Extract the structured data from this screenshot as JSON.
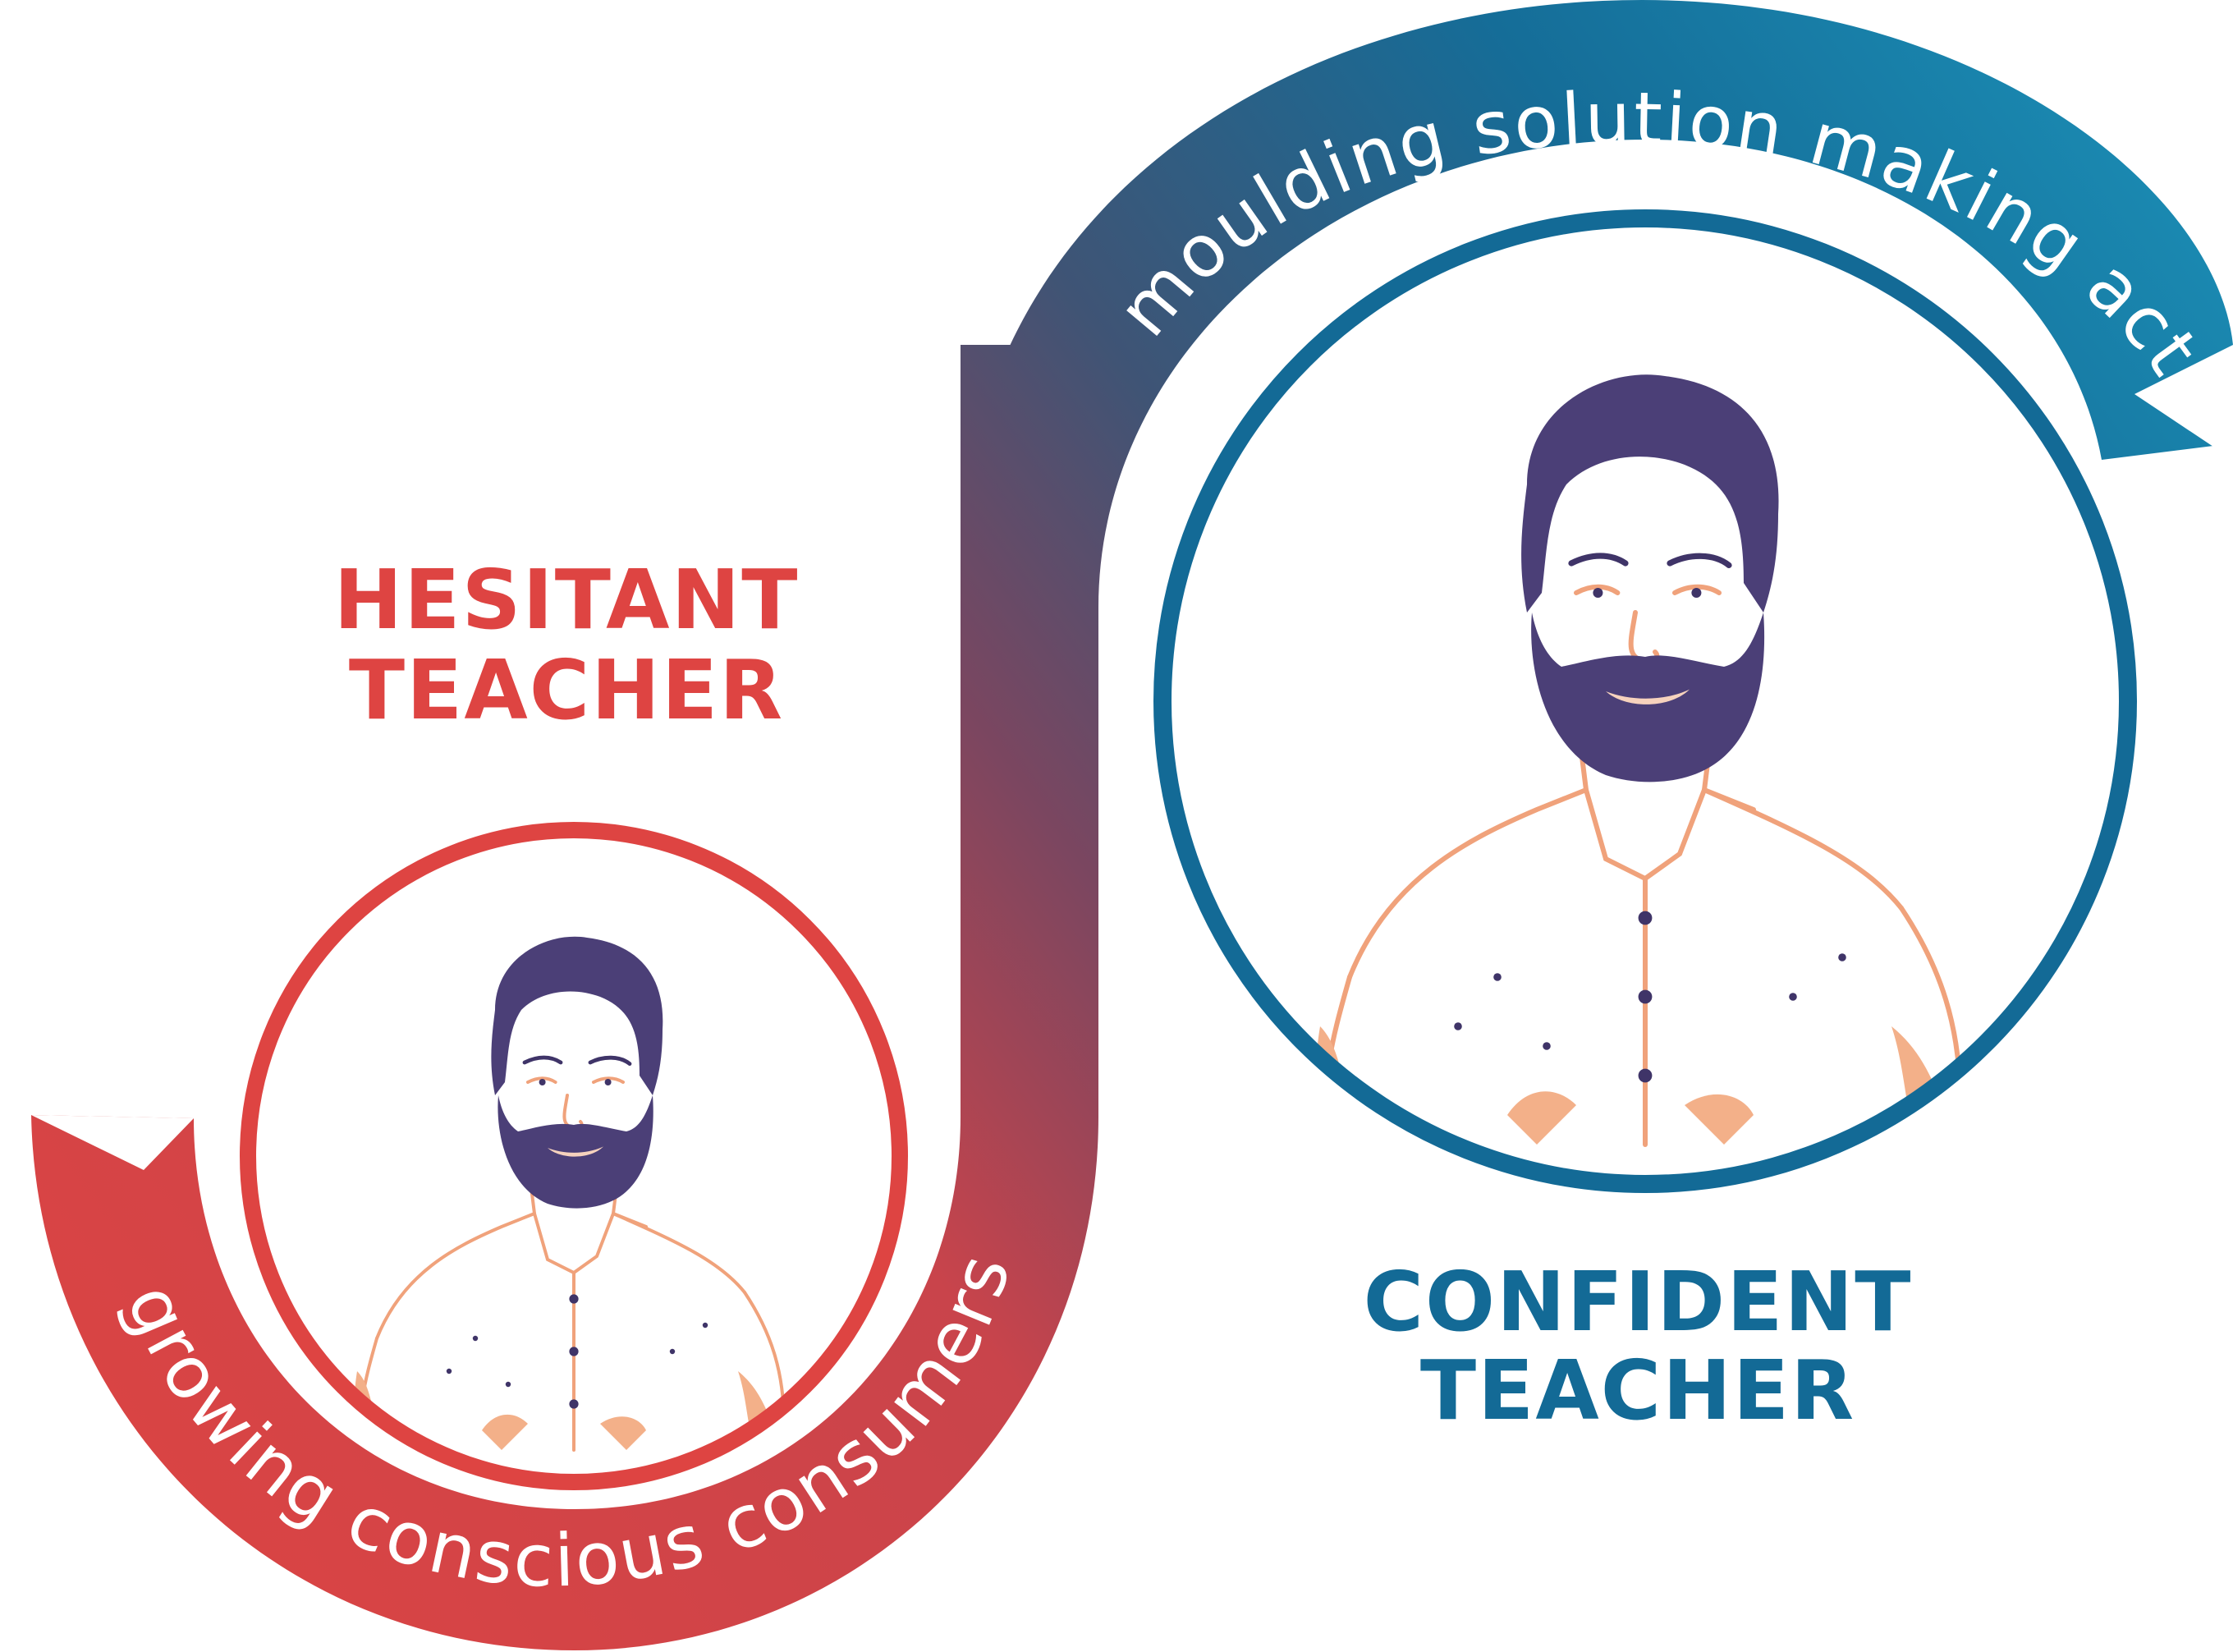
{
  "colors": {
    "red": "#de4442",
    "blue": "#0f6a98",
    "teal": "#1c93ba",
    "purple": "#4b3f77"
  },
  "titles": {
    "hesitant_line1": "HESITANT",
    "hesitant_line2": "TEACHER",
    "confident_line1": "CONFIDENT",
    "confident_line2": "TEACHER"
  },
  "ribbon": {
    "top_text": "moulding solution making actors",
    "bottom_text": "growing conscious consumers"
  },
  "portraits": {
    "hesitant_icon": "bearded-teacher-portrait",
    "confident_icon": "bearded-teacher-portrait"
  }
}
